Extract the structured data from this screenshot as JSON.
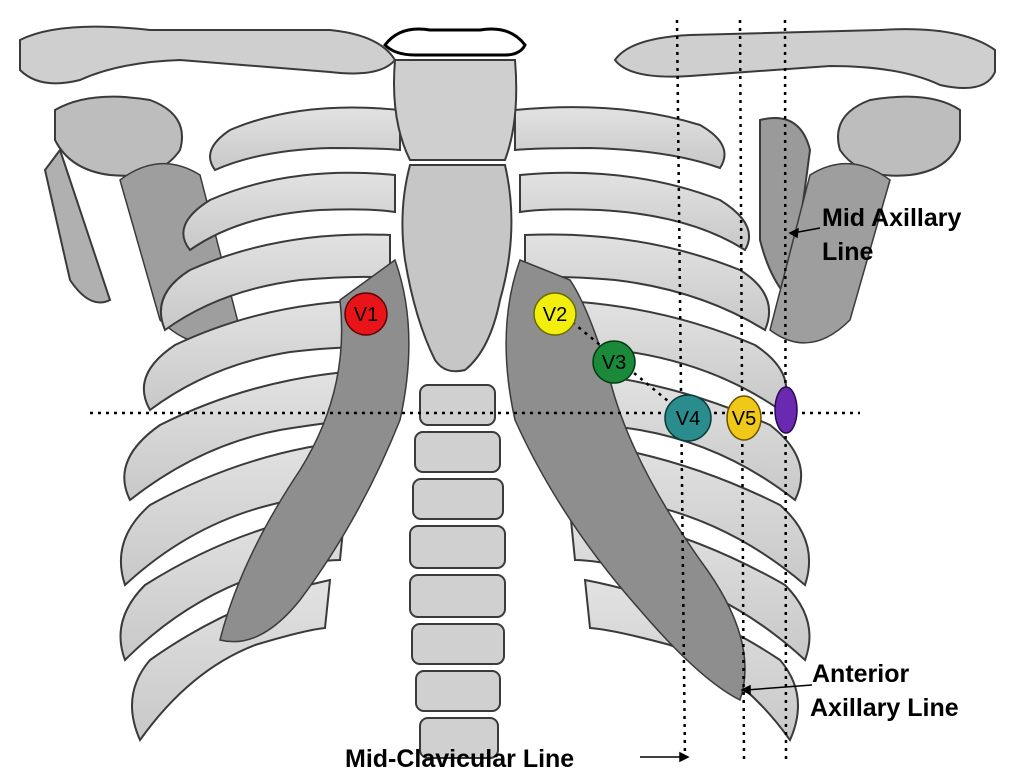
{
  "diagram": {
    "line_labels": {
      "mid_axillary_1": "Mid Axillary",
      "mid_axillary_2": "Line",
      "anterior_axillary_1": "Anterior",
      "anterior_axillary_2": "Axillary Line",
      "mid_clavicular": "Mid-Clavicular Line"
    },
    "electrodes": [
      {
        "id": "v1",
        "label": "V1",
        "color": "#e8141a"
      },
      {
        "id": "v2",
        "label": "V2",
        "color": "#f2ee0e"
      },
      {
        "id": "v3",
        "label": "V3",
        "color": "#1a8a3a"
      },
      {
        "id": "v4",
        "label": "V4",
        "color": "#2a8c8c"
      },
      {
        "id": "v5",
        "label": "V5",
        "color": "#f0c818"
      },
      {
        "id": "v6",
        "label": "",
        "color": "#6a2ab0"
      }
    ],
    "colors": {
      "bone_light": "#d4d4d4",
      "bone_dark": "#9a9a9a",
      "bone_shadow": "#7e7e7e",
      "outline": "#3a3a3a"
    }
  }
}
